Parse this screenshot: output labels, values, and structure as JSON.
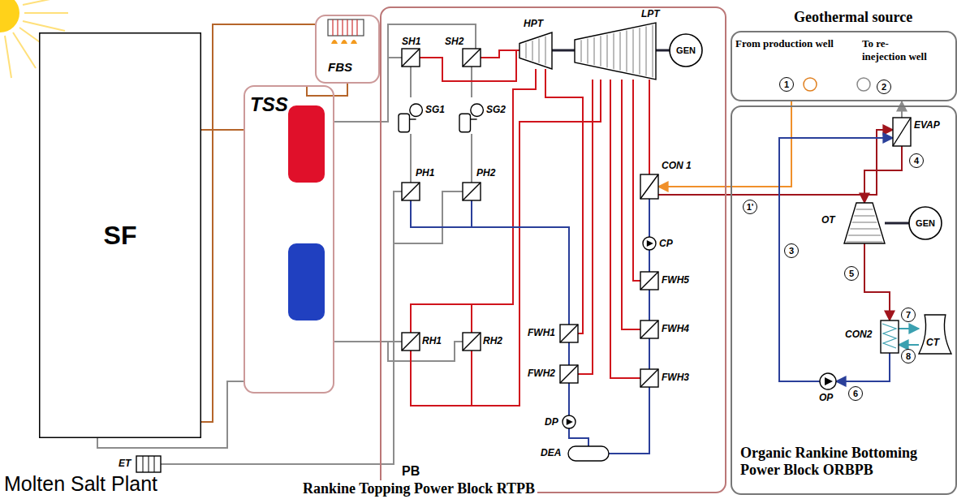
{
  "diagram": {
    "nodes": [
      {
        "text": [
          "SF"
        ]
      },
      {
        "text": [
          "FBS"
        ]
      },
      {
        "text": [
          "TSS"
        ]
      },
      {
        "text": [
          "PB",
          "Rankine Topping Power Block RTPB"
        ]
      },
      {
        "text": [
          "SH1"
        ],
        "in": 3
      },
      {
        "text": [
          "SH2"
        ],
        "in": 3
      },
      {
        "text": [
          "HPT"
        ],
        "in": 3
      },
      {
        "text": [
          "LPT"
        ],
        "in": 3
      },
      {
        "text": [
          "GEN"
        ],
        "in": 3
      },
      {
        "text": [
          "SG1"
        ],
        "in": 3
      },
      {
        "text": [
          "SG2"
        ],
        "in": 3
      },
      {
        "text": [
          "PH1"
        ],
        "in": 3
      },
      {
        "text": [
          "PH2"
        ],
        "in": 3
      },
      {
        "text": [
          "CON 1"
        ],
        "in": 3
      },
      {
        "text": [
          "CP"
        ],
        "in": 3
      },
      {
        "text": [
          "FWH5"
        ],
        "in": 3
      },
      {
        "text": [
          "FWH1"
        ],
        "in": 3
      },
      {
        "text": [
          "FWH4"
        ],
        "in": 3
      },
      {
        "text": [
          "RH1"
        ],
        "in": 3
      },
      {
        "text": [
          "RH2"
        ],
        "in": 3
      },
      {
        "text": [
          "FWH2"
        ],
        "in": 3
      },
      {
        "text": [
          "FWH3"
        ],
        "in": 3
      },
      {
        "text": [
          "DP"
        ],
        "in": 3
      },
      {
        "text": [
          "DEA"
        ],
        "in": 3
      },
      {
        "text": [
          "ET"
        ]
      },
      {
        "text": [
          "Geothermal source"
        ]
      },
      {
        "text": [
          "Organic Rankine Bottoming Power Block ORBPB"
        ]
      },
      {
        "text": [
          "EVAP"
        ],
        "in": 26
      },
      {
        "text": [
          "OT"
        ],
        "in": 26
      },
      {
        "text": [
          "GEN"
        ],
        "in": 26
      },
      {
        "text": [
          "CON2"
        ],
        "in": 26
      },
      {
        "text": [
          "CT"
        ],
        "in": 26
      },
      {
        "text": [
          "OP"
        ],
        "in": 26
      }
    ],
    "edges": [
      {
        "from": 0,
        "to": 1,
        "arrow": "none"
      },
      {
        "from": 0,
        "to": 2,
        "arrow": "none"
      },
      {
        "from": 1,
        "to": 2,
        "arrow": "none"
      },
      {
        "from": 2,
        "to": 0,
        "arrow": "none"
      },
      {
        "from": 2,
        "to": 4,
        "arrow": "none"
      },
      {
        "from": 2,
        "to": 5,
        "arrow": "none"
      },
      {
        "from": 4,
        "to": 9,
        "arrow": "none"
      },
      {
        "from": 5,
        "to": 10,
        "arrow": "none"
      },
      {
        "from": 9,
        "to": 11,
        "arrow": "none"
      },
      {
        "from": 10,
        "to": 12,
        "arrow": "none"
      },
      {
        "from": 11,
        "to": 24,
        "arrow": "none"
      },
      {
        "from": 12,
        "to": 24,
        "arrow": "none"
      },
      {
        "from": 2,
        "to": 18,
        "arrow": "none"
      },
      {
        "from": 2,
        "to": 19,
        "arrow": "none"
      },
      {
        "from": 4,
        "to": 6,
        "arrow": "none"
      },
      {
        "from": 5,
        "to": 6,
        "arrow": "none"
      },
      {
        "from": 6,
        "to": 18,
        "arrow": "none"
      },
      {
        "from": 6,
        "to": 19,
        "arrow": "none"
      },
      {
        "from": 18,
        "to": 7,
        "arrow": "none"
      },
      {
        "from": 19,
        "to": 7,
        "arrow": "none"
      },
      {
        "from": 6,
        "to": 16,
        "arrow": "none"
      },
      {
        "from": 7,
        "to": 20,
        "arrow": "none"
      },
      {
        "from": 7,
        "to": 21,
        "arrow": "none"
      },
      {
        "from": 7,
        "to": 17,
        "arrow": "none"
      },
      {
        "from": 7,
        "to": 15,
        "arrow": "none"
      },
      {
        "from": 7,
        "to": 13,
        "arrow": "none"
      },
      {
        "from": 13,
        "to": 14,
        "arrow": "none"
      },
      {
        "from": 14,
        "to": 15,
        "arrow": "none"
      },
      {
        "from": 15,
        "to": 17,
        "arrow": "none"
      },
      {
        "from": 17,
        "to": 21,
        "arrow": "none"
      },
      {
        "from": 21,
        "to": 23,
        "arrow": "none"
      },
      {
        "from": 23,
        "to": 22,
        "arrow": "none"
      },
      {
        "from": 22,
        "to": 20,
        "arrow": "none"
      },
      {
        "from": 20,
        "to": 16,
        "arrow": "none"
      },
      {
        "from": 16,
        "to": 11,
        "arrow": "none"
      },
      {
        "from": 16,
        "to": 12,
        "arrow": "none"
      },
      {
        "from": 25,
        "to": 13,
        "arrow": "to"
      },
      {
        "from": 13,
        "to": 27,
        "arrow": "to"
      },
      {
        "from": 27,
        "to": 25,
        "arrow": "to"
      },
      {
        "from": 27,
        "to": 28,
        "arrow": "to"
      },
      {
        "from": 28,
        "to": 30,
        "arrow": "to"
      },
      {
        "from": 30,
        "to": 32,
        "arrow": "to"
      },
      {
        "from": 32,
        "to": 27,
        "arrow": "to"
      },
      {
        "from": 30,
        "to": 31,
        "arrow": "to"
      },
      {
        "from": 31,
        "to": 30,
        "arrow": "to"
      }
    ],
    "labels": [
      "Molten Salt Plant",
      "From production well",
      "To re-inejection well",
      "1",
      "2",
      "1'",
      "3",
      "4",
      "5",
      "6",
      "7",
      "8"
    ]
  }
}
